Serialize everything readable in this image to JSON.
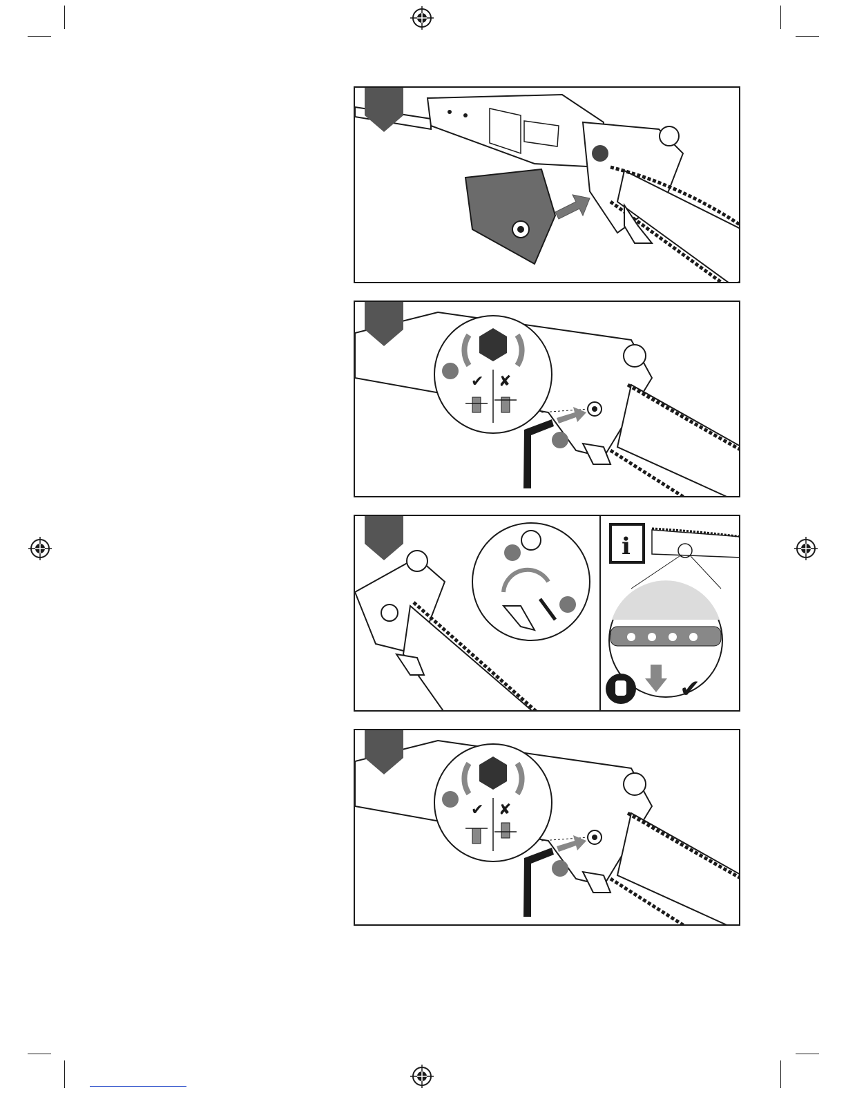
{
  "document": {
    "type": "instruction-manual-illustration-page",
    "colors": {
      "ink": "#1a1a1a",
      "tab": "#555555",
      "grey_fill": "#6b6b6b",
      "light_grey": "#dcdcdc"
    }
  },
  "panels": [
    {
      "id": "step-1",
      "icons": [
        "guard-cover",
        "push-arrow-icon"
      ]
    },
    {
      "id": "step-2",
      "icons": [
        "hex-nut-icon",
        "rotate-ccw-icon",
        "rotate-cw-icon",
        "check-icon",
        "cross-icon",
        "allen-key-icon"
      ]
    },
    {
      "id": "step-3",
      "icons": [
        "tension-knob-icon",
        "info-icon",
        "gloves-icon",
        "down-arrow-icon",
        "check-icon"
      ]
    },
    {
      "id": "step-4",
      "icons": [
        "hex-nut-icon",
        "rotate-ccw-icon",
        "rotate-cw-icon",
        "check-icon",
        "cross-icon",
        "allen-key-icon"
      ]
    }
  ]
}
